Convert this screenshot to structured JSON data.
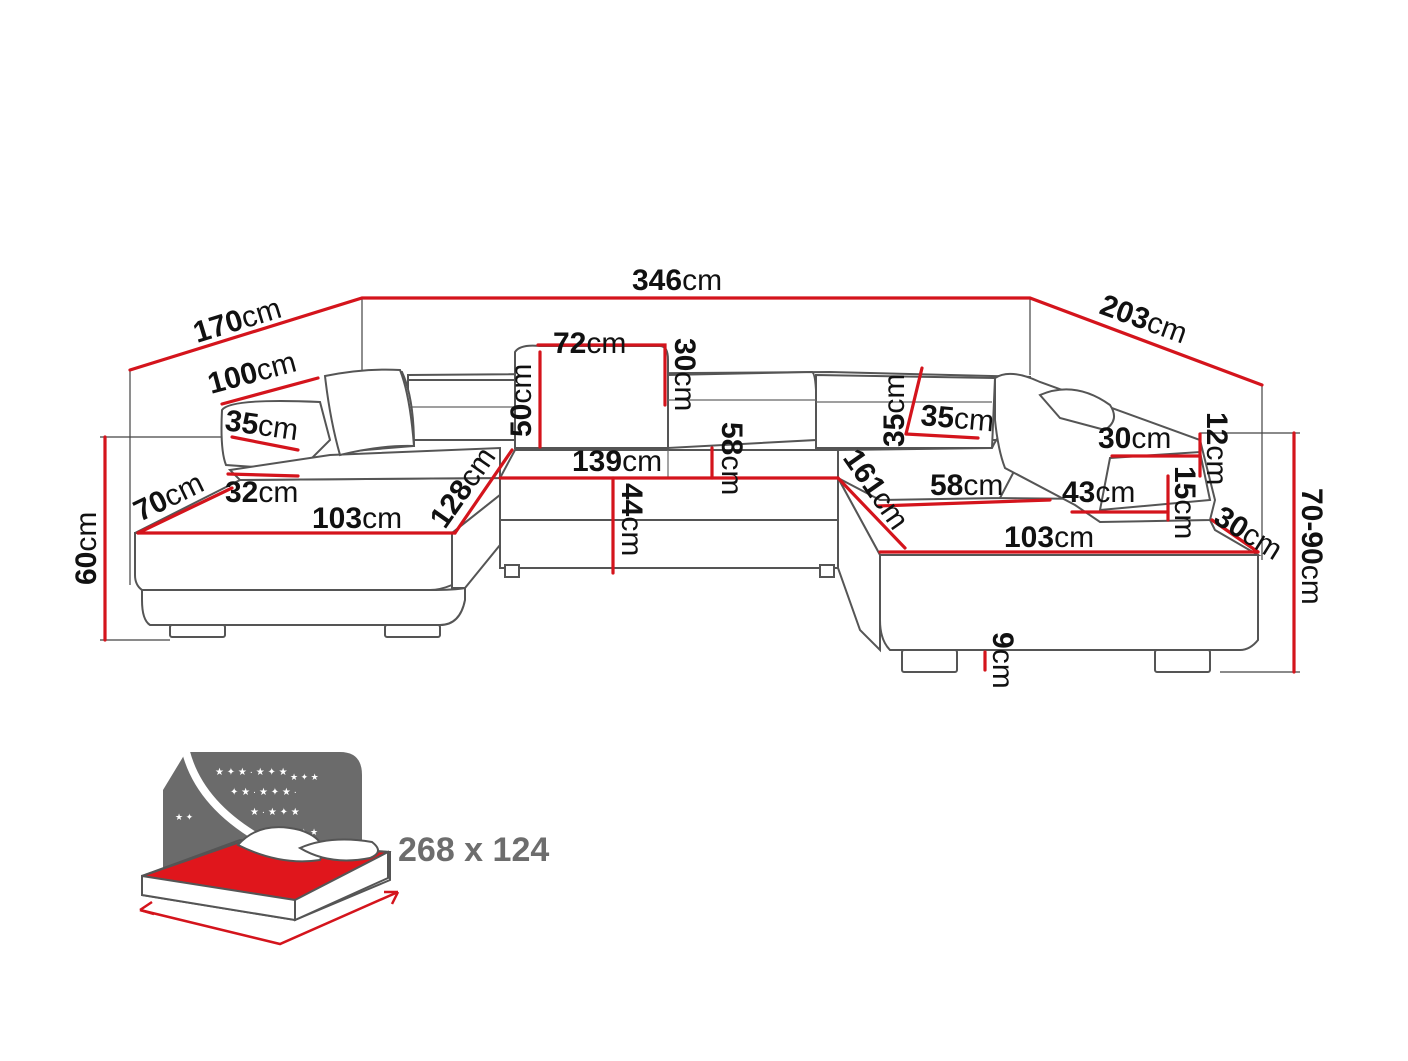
{
  "dimensions": {
    "overall_width": {
      "value": "346",
      "unit": "cm"
    },
    "left_depth": {
      "value": "170",
      "unit": "cm"
    },
    "right_depth": {
      "value": "203",
      "unit": "cm"
    },
    "left_armrest_length": {
      "value": "100",
      "unit": "cm"
    },
    "left_armrest_width": {
      "value": "35",
      "unit": "cm"
    },
    "left_armrest_height": {
      "value": "32",
      "unit": "cm"
    },
    "left_seat_depth": {
      "value": "70",
      "unit": "cm"
    },
    "left_seat_front": {
      "value": "103",
      "unit": "cm"
    },
    "left_seat_diagonal": {
      "value": "128",
      "unit": "cm"
    },
    "left_height": {
      "value": "60",
      "unit": "cm"
    },
    "headrest_width": {
      "value": "72",
      "unit": "cm"
    },
    "headrest_height": {
      "value": "30",
      "unit": "cm"
    },
    "backrest_height": {
      "value": "50",
      "unit": "cm"
    },
    "middle_seat_width": {
      "value": "139",
      "unit": "cm"
    },
    "middle_seat_depth": {
      "value": "58",
      "unit": "cm"
    },
    "seat_height": {
      "value": "44",
      "unit": "cm"
    },
    "right_back_height": {
      "value": "35",
      "unit": "cm"
    },
    "right_back_width": {
      "value": "35",
      "unit": "cm"
    },
    "right_diagonal": {
      "value": "161",
      "unit": "cm"
    },
    "right_seat_depth": {
      "value": "58",
      "unit": "cm"
    },
    "right_armrest_width": {
      "value": "30",
      "unit": "cm"
    },
    "right_armrest_top": {
      "value": "12",
      "unit": "cm"
    },
    "right_armrest_inner": {
      "value": "43",
      "unit": "cm"
    },
    "right_armrest_drop": {
      "value": "15",
      "unit": "cm"
    },
    "right_armrest_depth": {
      "value": "30",
      "unit": "cm"
    },
    "right_seat_front": {
      "value": "103",
      "unit": "cm"
    },
    "right_height": {
      "value": "70-90",
      "unit": "cm"
    },
    "leg_height": {
      "value": "9",
      "unit": "cm"
    }
  },
  "bed": {
    "size_label": "268 x 124"
  },
  "colors": {
    "measure_line": "#d4141c",
    "outline": "#555555",
    "bed_mattress": "#e0161c",
    "bed_background": "#6b6b6b"
  }
}
